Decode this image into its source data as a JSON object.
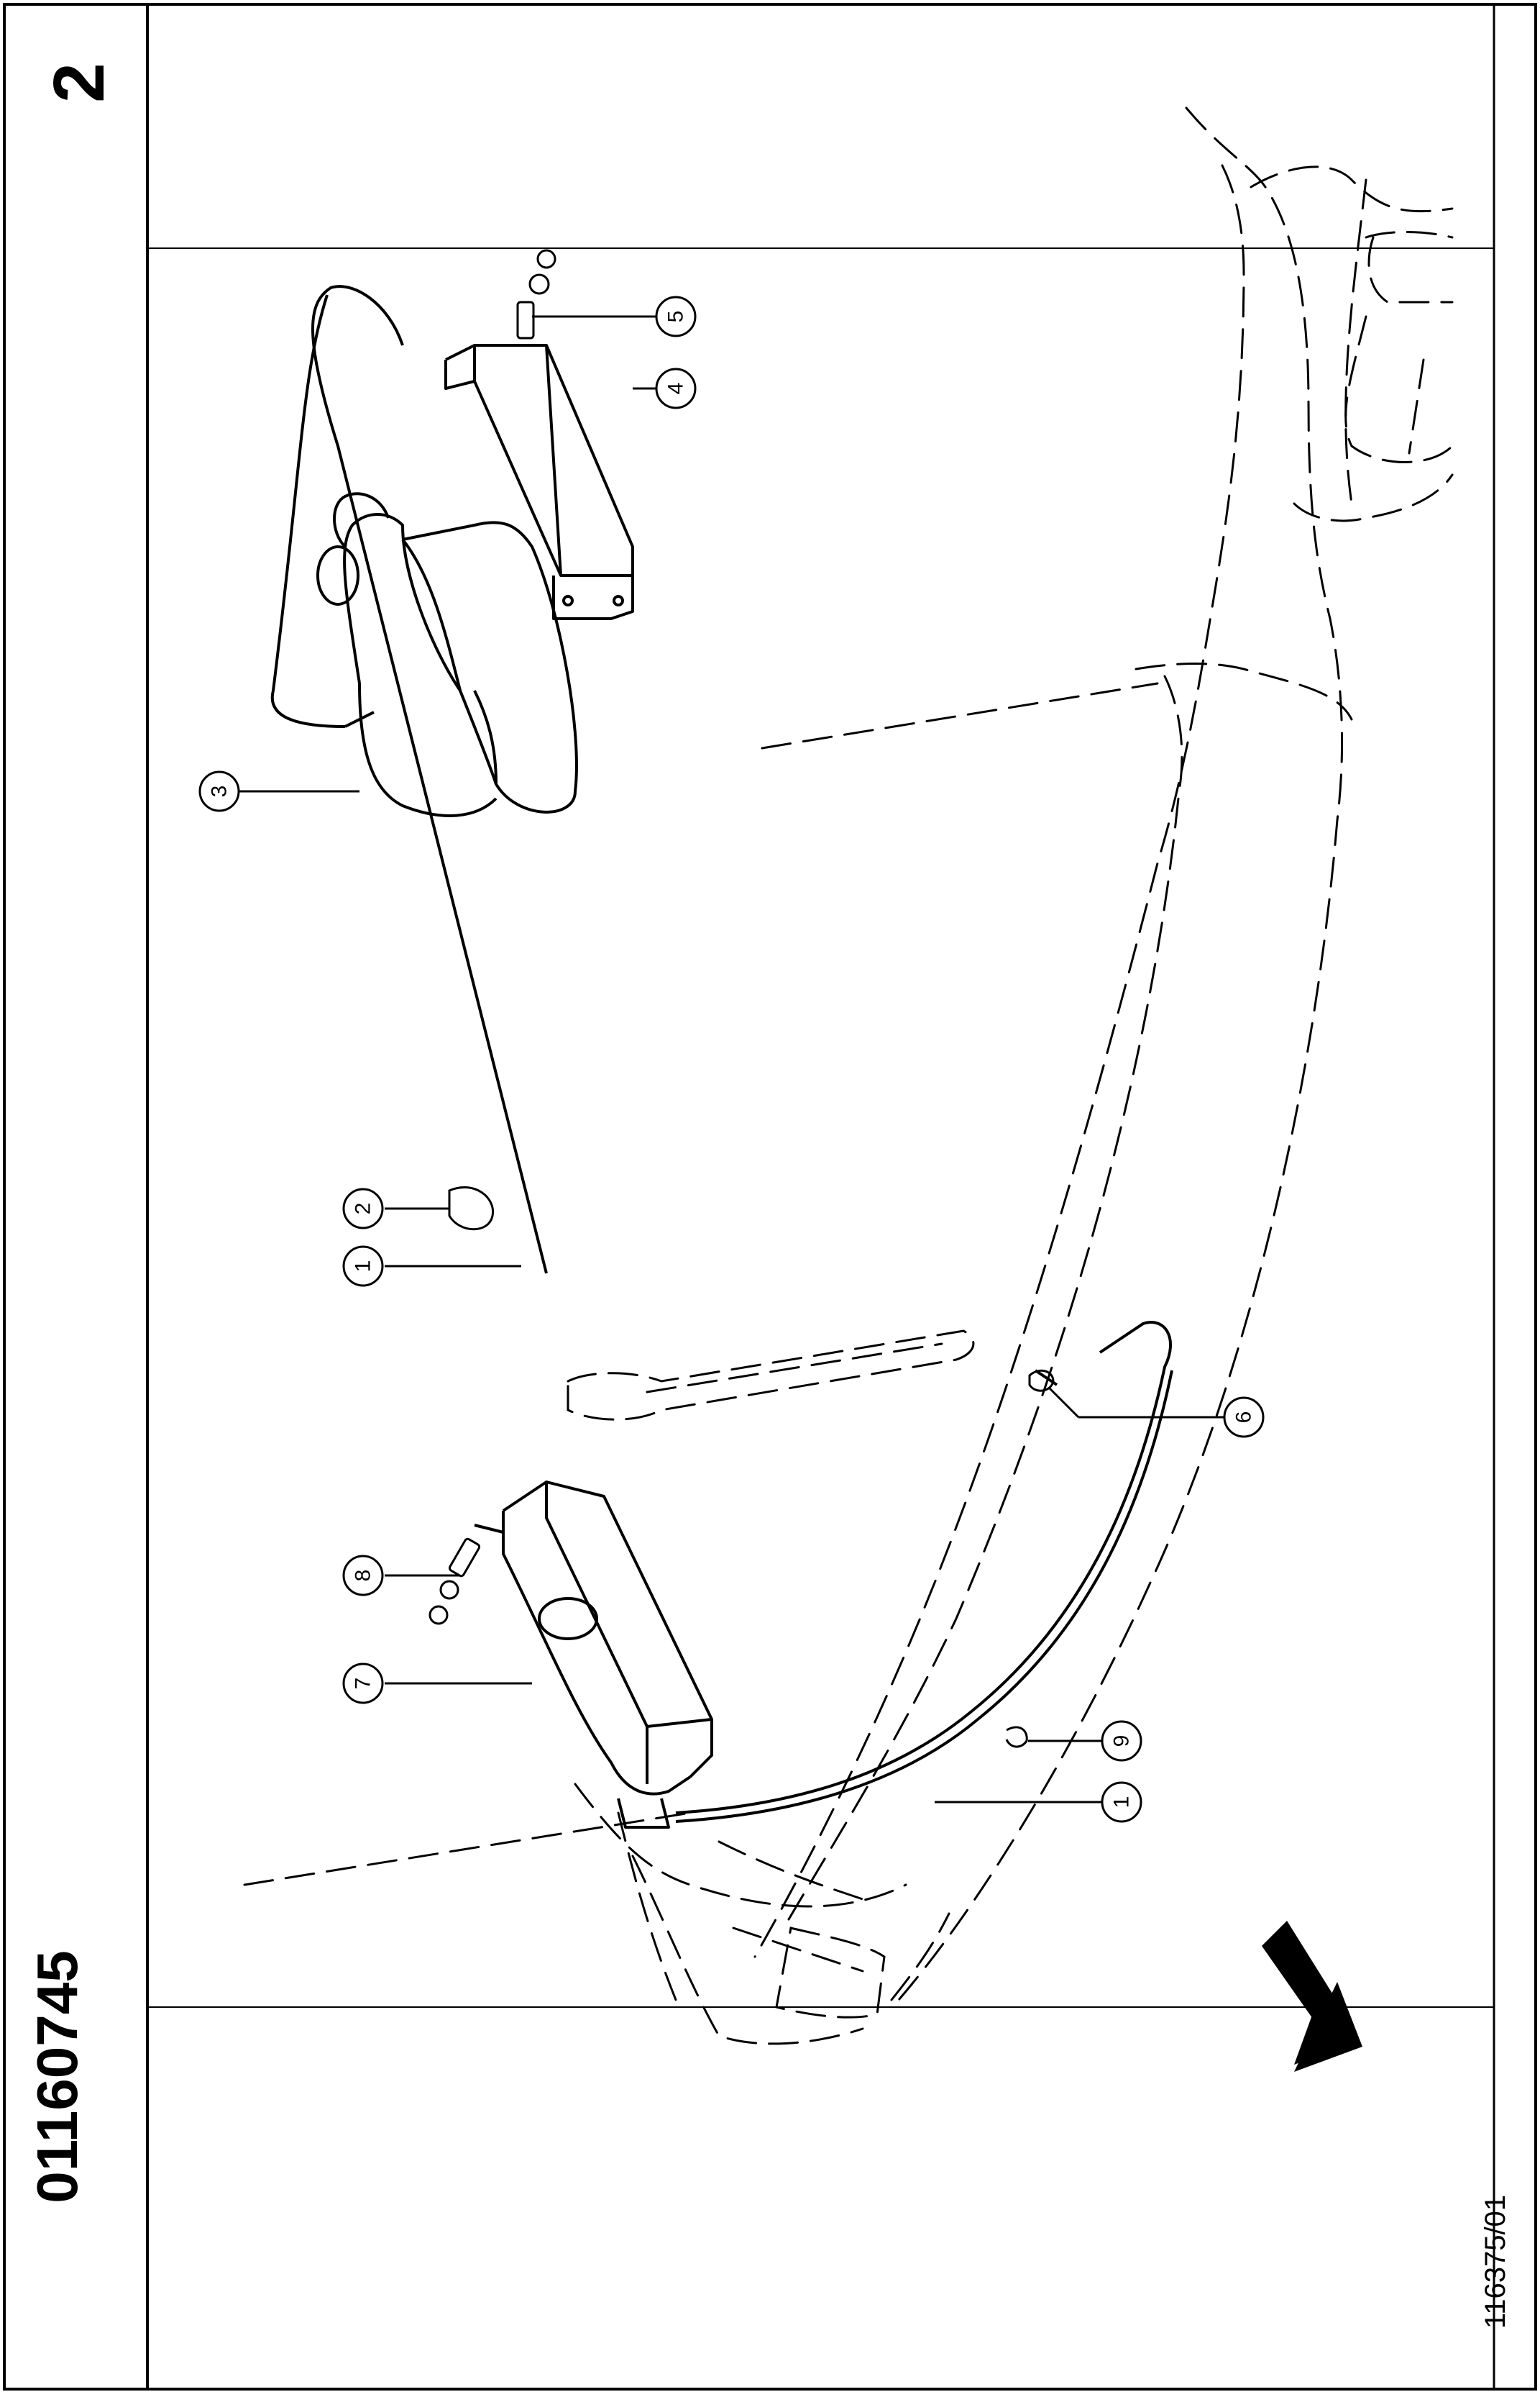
{
  "header": {
    "part_number": "01160745",
    "sheet_number": "2"
  },
  "footer": {
    "drawing_code": "116375/01"
  },
  "callouts": [
    {
      "id": "c1a",
      "label": "1"
    },
    {
      "id": "c2",
      "label": "2"
    },
    {
      "id": "c3",
      "label": "3"
    },
    {
      "id": "c4",
      "label": "4"
    },
    {
      "id": "c5",
      "label": "5"
    },
    {
      "id": "c6",
      "label": "6"
    },
    {
      "id": "c7",
      "label": "7"
    },
    {
      "id": "c8",
      "label": "8"
    },
    {
      "id": "c9",
      "label": "9"
    },
    {
      "id": "c1b",
      "label": "1"
    }
  ],
  "colors": {
    "ink": "#000000",
    "paper": "#ffffff"
  }
}
